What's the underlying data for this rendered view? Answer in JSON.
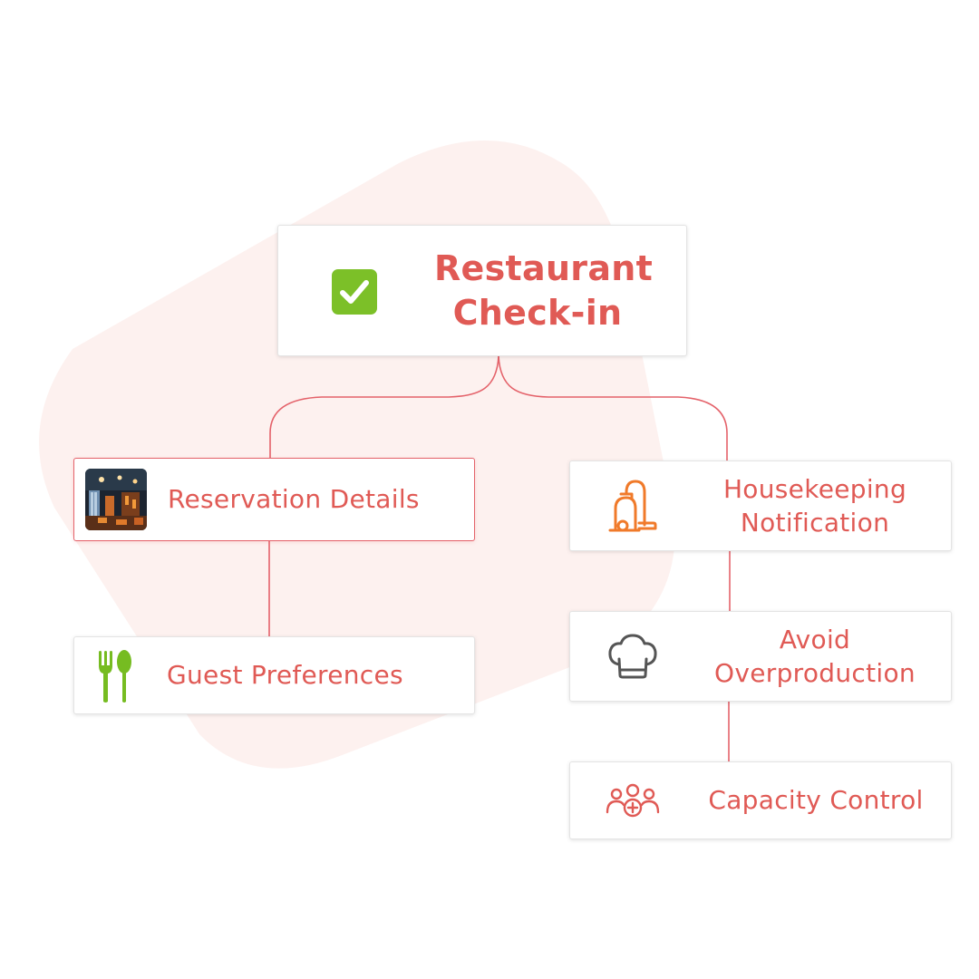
{
  "root": {
    "label": "Restaurant\nCheck-in",
    "icon": "checkbox-checked-icon"
  },
  "nodes": {
    "reservation_details": {
      "label": "Reservation Details",
      "icon": "restaurant-photo"
    },
    "guest_preferences": {
      "label": "Guest Preferences",
      "icon": "fork-spoon-icon"
    },
    "housekeeping_notification": {
      "label": "Housekeeping\nNotification",
      "icon": "vacuum-cleaner-icon"
    },
    "avoid_overproduction": {
      "label": "Avoid\nOverproduction",
      "icon": "chef-hat-icon"
    },
    "capacity_control": {
      "label": "Capacity Control",
      "icon": "group-add-icon"
    }
  },
  "colors": {
    "accent": "#e05a55",
    "connector": "#e4626a",
    "background_blob": "#fdf1ef",
    "check_green": "#7cc028",
    "utensil_green": "#76bc21",
    "vacuum_orange": "#f07a2a",
    "chef_gray": "#555555"
  }
}
